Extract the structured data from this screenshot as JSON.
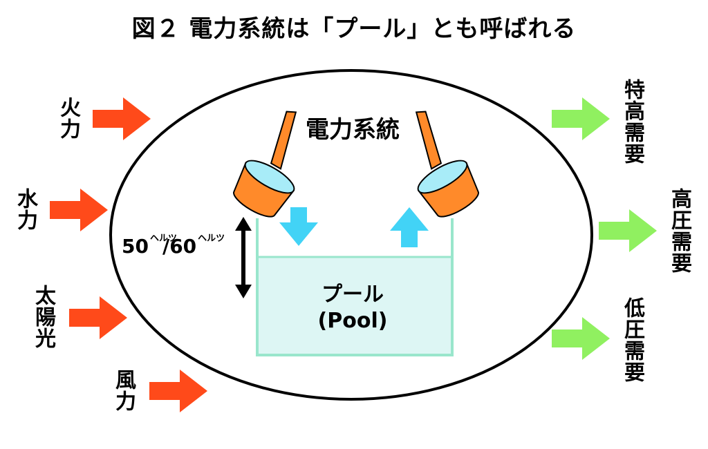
{
  "title": "図２ 電力系統は「プール」とも呼ばれる",
  "system_label": "電力系統",
  "pool": {
    "label": "プール",
    "sublabel": "(Pool)"
  },
  "frequency": {
    "v1": "50",
    "unit1": "ヘルツ",
    "sep": "/",
    "v2": "60",
    "unit2": "ヘルツ"
  },
  "inputs": [
    "火力",
    "水力",
    "太陽光",
    "風力"
  ],
  "outputs": [
    "特高需要",
    "高圧需要",
    "低圧需要"
  ],
  "colors": {
    "input_arrow": "#ff4a1a",
    "output_arrow": "#90f060",
    "pool_fill": "#ddf6f4",
    "pool_border": "#99e6cc",
    "bucket": "#ff8a2a",
    "bucket_inner": "#a8ecf8",
    "flow_arrow": "#42d3f6"
  }
}
